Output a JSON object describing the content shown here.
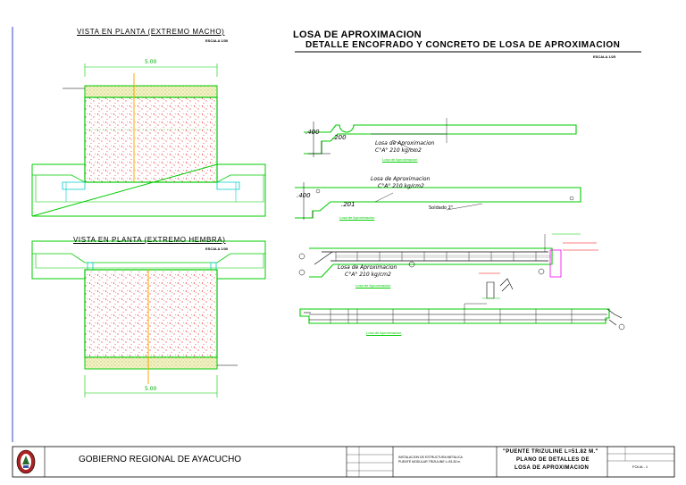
{
  "drawing": {
    "plan_male_title": "VISTA EN PLANTA (EXTREMO MACHO)",
    "plan_female_title": "VISTA EN PLANTA (EXTREMO HEMBRA)",
    "scale_plan": "ESCALA 1/30",
    "main_title": "LOSA DE APROXIMACION",
    "subtitle": "DETALLE ENCOFRADO Y CONCRETO DE LOSA DE APROXIMACION",
    "scale_detail": "ESCALA 1/25",
    "dim_top": "5.00",
    "dim_bottom": "5.00",
    "slab_label": "Losa de Aproximacion",
    "concrete_spec": "C°A° 210 kg/cm2",
    "dim_400a": ".400",
    "dim_200": ".200",
    "dim_400b": ".400",
    "dim_201": ".201",
    "weld_note": "Soldado 2\""
  },
  "title_block": {
    "org_name": "GOBIERNO REGIONAL DE AYACUCHO",
    "project_line1": "INSTALACION DE ESTRUCTURA METALICA",
    "project_line2": "PUENTE MODULAR TRIZULINE L=51.82 m",
    "plan_line1": "\"PUENTE TRIZULINE L=51.82 M.\"",
    "plan_line2": "PLANO DE DETALLES DE",
    "plan_line3": "LOSA DE APROXIMACION",
    "sheet_label": "FOLIA - 1"
  },
  "colors": {
    "concrete_green": "#00cc00",
    "axis_orange": "#ffaa00",
    "hatch_red": "#ee3333",
    "water_cyan": "#00cccc",
    "rebar_yellow": "#cccc00",
    "frame_blue": "#3344cc",
    "logo_red": "#aa2222"
  }
}
